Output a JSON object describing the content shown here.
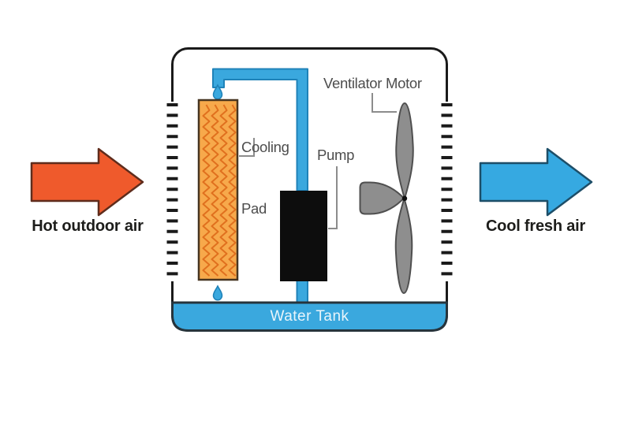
{
  "labels": {
    "hot_air": "Hot outdoor air",
    "cool_air": "Cool fresh air",
    "ventilator_motor": "Ventilator Motor",
    "cooling_pad_line1": "Cooling",
    "cooling_pad_line2": "Pad",
    "pump": "Pump",
    "water_tank": "Water Tank"
  },
  "colors": {
    "background": "#ffffff",
    "outline": "#1a1a1a",
    "hot_arrow": "#ef5a2c",
    "hot_arrow_outline": "#5f2c1c",
    "cool_arrow": "#36a9e1",
    "cool_arrow_outline": "#1d4e68",
    "water": "#3aa8de",
    "pipe_outline": "#1f82b8",
    "tank_outline": "#26343c",
    "cooling_pad": "#f7a94b",
    "cooling_pad_pattern": "#e0701e",
    "cooling_pad_outline": "#473521",
    "pump": "#0d0d0d",
    "fan": "#8e8e8e",
    "fan_outline": "#4f4f4f",
    "leader": "#8c8c8c",
    "label_text": "#4d4d4d",
    "air_text": "#1d1d1b",
    "tank_text": "#e9f5fb"
  }
}
